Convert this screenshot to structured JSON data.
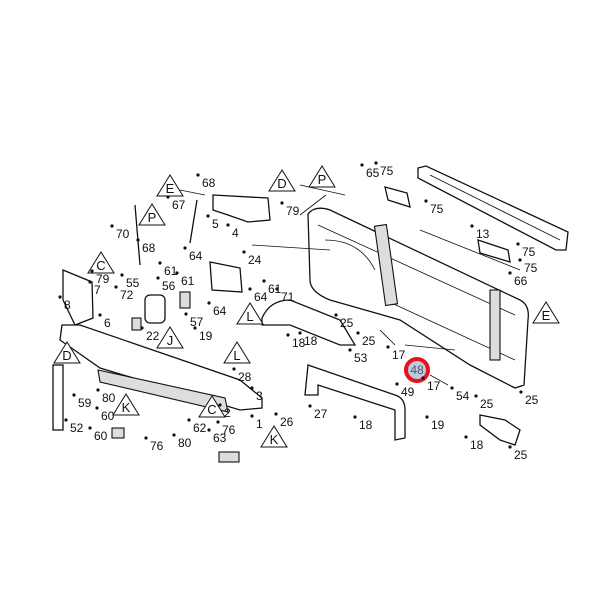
{
  "diagram": {
    "title": "Tailgate parts exploded view",
    "highlight": {
      "label": "48",
      "ring_color": "#e8121c",
      "fill_color": "#b9cbe0"
    },
    "callouts": [
      "E",
      "D",
      "P",
      "P",
      "C",
      "J",
      "L",
      "L",
      "E",
      "D",
      "K",
      "C",
      "K"
    ],
    "labels": [
      "68",
      "67",
      "70",
      "68",
      "5",
      "4",
      "79",
      "65",
      "75",
      "75",
      "13",
      "75",
      "75",
      "66",
      "79",
      "7",
      "8",
      "6",
      "55",
      "72",
      "56",
      "22",
      "57",
      "64",
      "24",
      "61",
      "61",
      "64",
      "64",
      "61",
      "71",
      "19",
      "18",
      "18",
      "25",
      "25",
      "53",
      "17",
      "49",
      "17",
      "28",
      "3",
      "2",
      "1",
      "26",
      "27",
      "18",
      "80",
      "59",
      "60",
      "60",
      "52",
      "76",
      "80",
      "62",
      "63",
      "76",
      "54",
      "25",
      "25",
      "19",
      "18",
      "25"
    ]
  }
}
